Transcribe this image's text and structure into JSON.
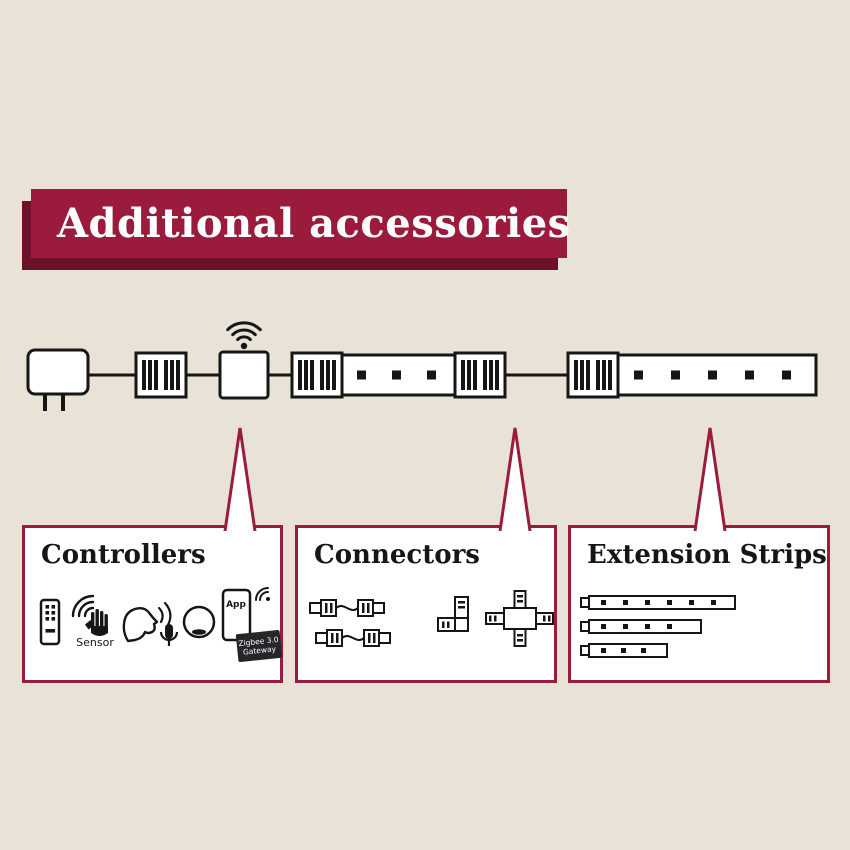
{
  "colors": {
    "background": "#e9e2d6",
    "accent": "#9b1b3c",
    "accent_dark": "#6d1129",
    "card_bg": "#ffffff",
    "ink": "#161616"
  },
  "banner": {
    "title": "Additional accessories"
  },
  "diagram": {
    "parts": [
      "power-plug",
      "strip-connector",
      "wifi-controller",
      "strip-connector",
      "led-strip",
      "strip-connector",
      "strip-connector",
      "led-strip"
    ]
  },
  "callouts": [
    {
      "label": "Controllers",
      "icons": [
        "remote-control",
        "motion-sensor",
        "voice-control",
        "smart-speaker",
        "app-smartphone",
        "zigbee-gateway"
      ]
    },
    {
      "label": "Connectors",
      "icons": [
        "cable-connector",
        "cable-connector",
        "corner-connector",
        "cross-connector"
      ]
    },
    {
      "label": "Extension Strips",
      "icons": [
        "led-strip-long",
        "led-strip-medium",
        "led-strip-short"
      ]
    }
  ],
  "icon_labels": {
    "sensor": "Sensor",
    "app": "App",
    "zigbee_line1": "Zigbee 3.0",
    "zigbee_line2": "Gateway"
  }
}
